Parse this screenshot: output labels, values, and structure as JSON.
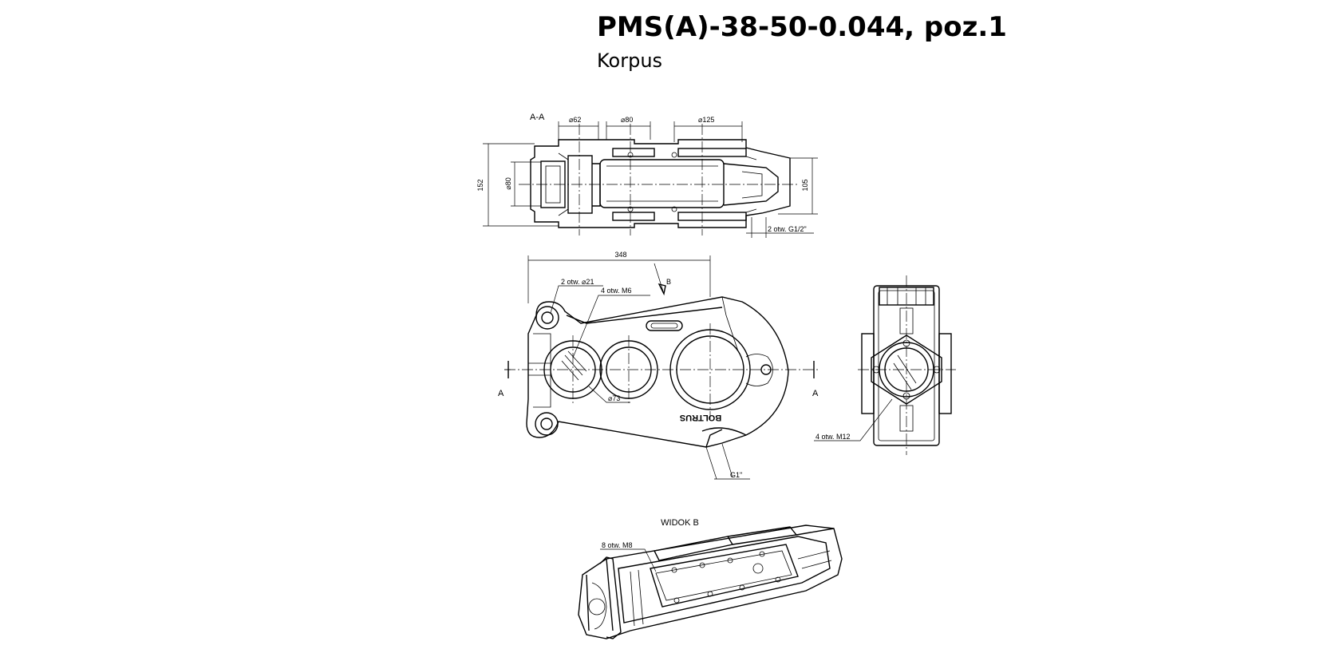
{
  "header": {
    "title": "PMS(A)-38-50-0.044, poz.1",
    "subtitle": "Korpus"
  },
  "section_view": {
    "label": "A-A",
    "dims": {
      "d62": "⌀62",
      "d80_top": "⌀80",
      "d125": "⌀125",
      "h152": "152",
      "d80_side": "⌀80",
      "h105": "105",
      "holes_g12": "2 otw. G1/2\""
    }
  },
  "front_view": {
    "width_348": "348",
    "arrow_b": "B",
    "holes_d21": "2 otw. ⌀21",
    "holes_m6": "4 otw. M6",
    "d73": "⌀73",
    "section_a_left": "A",
    "section_a_right": "A",
    "g1": "G1\"",
    "logo": "BOLTRUS"
  },
  "side_view": {
    "holes_m12": "4 otw. M12"
  },
  "view_b": {
    "label": "WIDOK B",
    "holes_m8": "8 otw. M8"
  }
}
